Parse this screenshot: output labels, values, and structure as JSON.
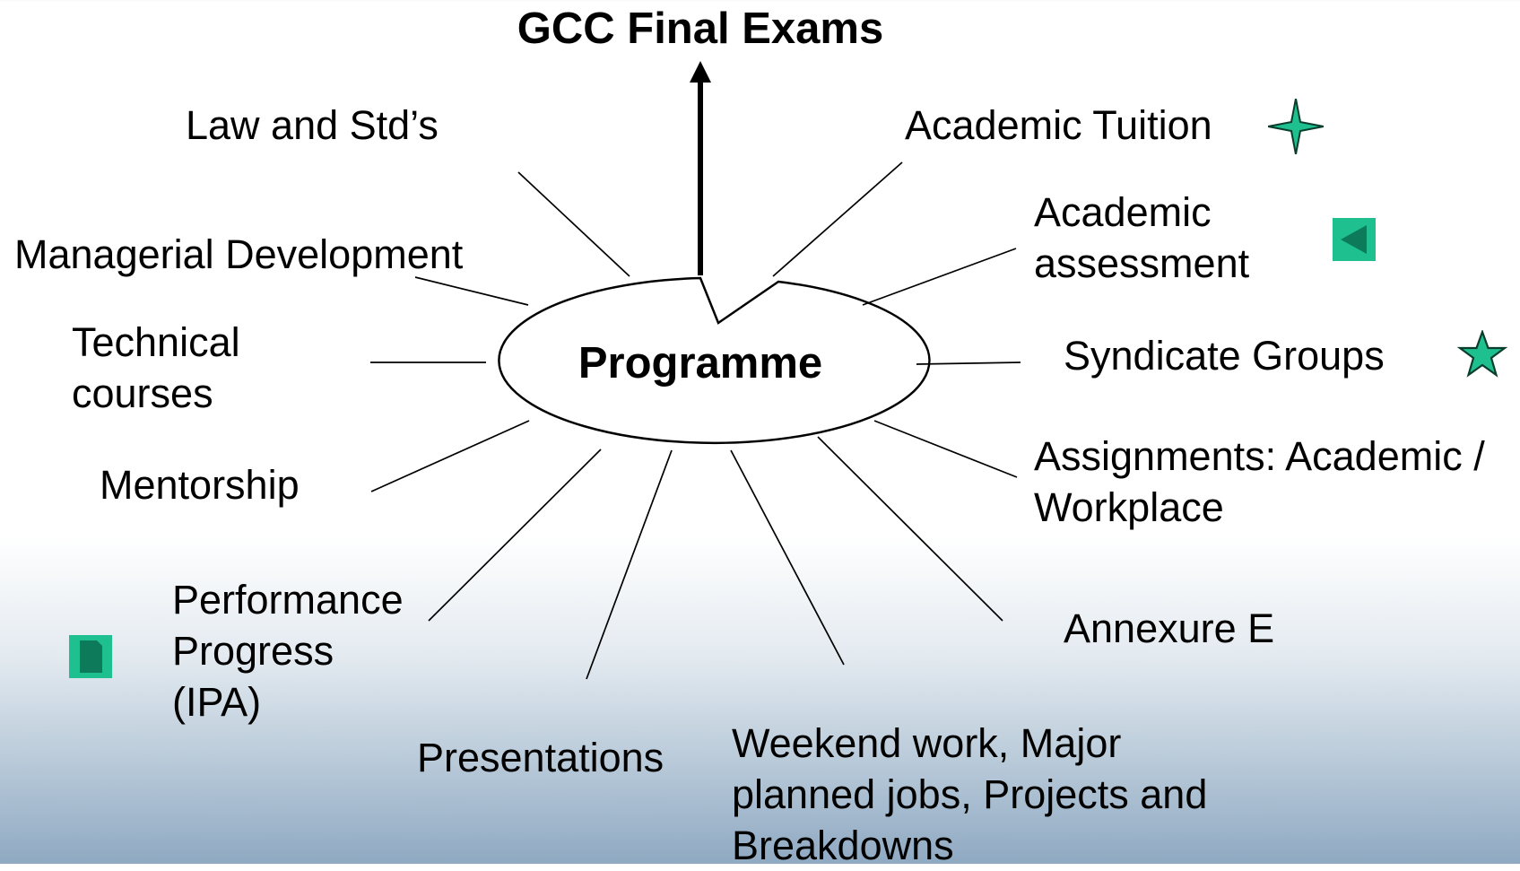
{
  "title": "GCC Final Exams",
  "center": "Programme",
  "labels": {
    "law": "Law and Std’s",
    "managerial": "Managerial Development",
    "technical": [
      "Technical",
      "courses"
    ],
    "mentorship": "Mentorship",
    "performance": [
      "Performance",
      "Progress",
      "(IPA)"
    ],
    "presentations": "Presentations",
    "weekend": [
      "Weekend work, Major",
      "planned jobs, Projects and",
      "Breakdowns"
    ],
    "academic_tuition": "Academic Tuition",
    "academic_assessment": [
      "Academic",
      "assessment"
    ],
    "syndicate": "Syndicate Groups",
    "assignments": [
      "Assignments: Academic /",
      "Workplace"
    ],
    "annexure": "Annexure E"
  },
  "icons": {
    "four_point_star": "four-point-star-icon",
    "back_button": "back-arrow-button-icon",
    "star": "five-point-star-icon",
    "document_button": "document-button-icon"
  },
  "colors": {
    "accent": "#1fc08f",
    "accent_dark": "#0d7a5a",
    "line": "#000000"
  }
}
